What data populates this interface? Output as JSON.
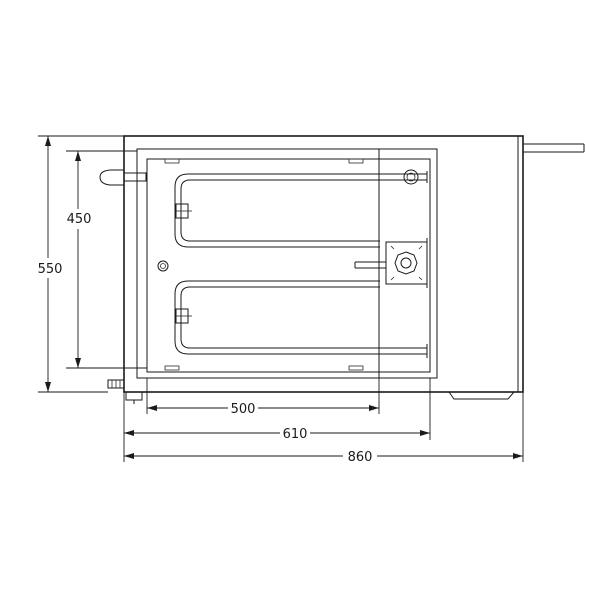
{
  "dimensions": {
    "height_outer": "550",
    "height_inner": "450",
    "width_inner": "500",
    "width_mid": "610",
    "width_outer": "860"
  },
  "colors": {
    "line": "#1a1a1a",
    "background": "#ffffff"
  }
}
